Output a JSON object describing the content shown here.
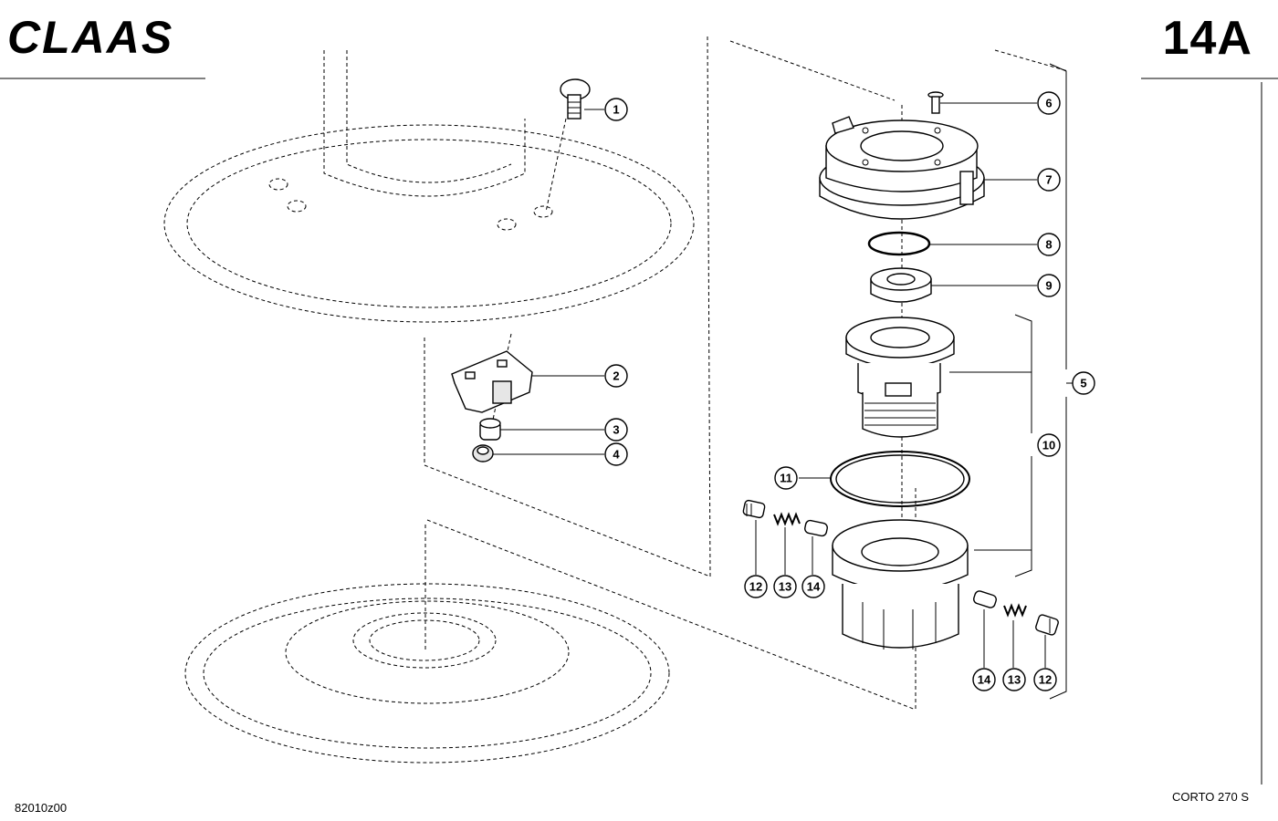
{
  "header": {
    "brand": "CLAAS",
    "sheet": "14A"
  },
  "footer": {
    "drawing_number": "82010z00",
    "model": "CORTO 270 S"
  },
  "callouts": {
    "c1": "1",
    "c2": "2",
    "c3": "3",
    "c4": "4",
    "c5": "5",
    "c6": "6",
    "c7": "7",
    "c8": "8",
    "c9": "9",
    "c10": "10",
    "c11": "11",
    "c12a": "12",
    "c13a": "13",
    "c14a": "14",
    "c14b": "14",
    "c13b": "13",
    "c12b": "12"
  }
}
